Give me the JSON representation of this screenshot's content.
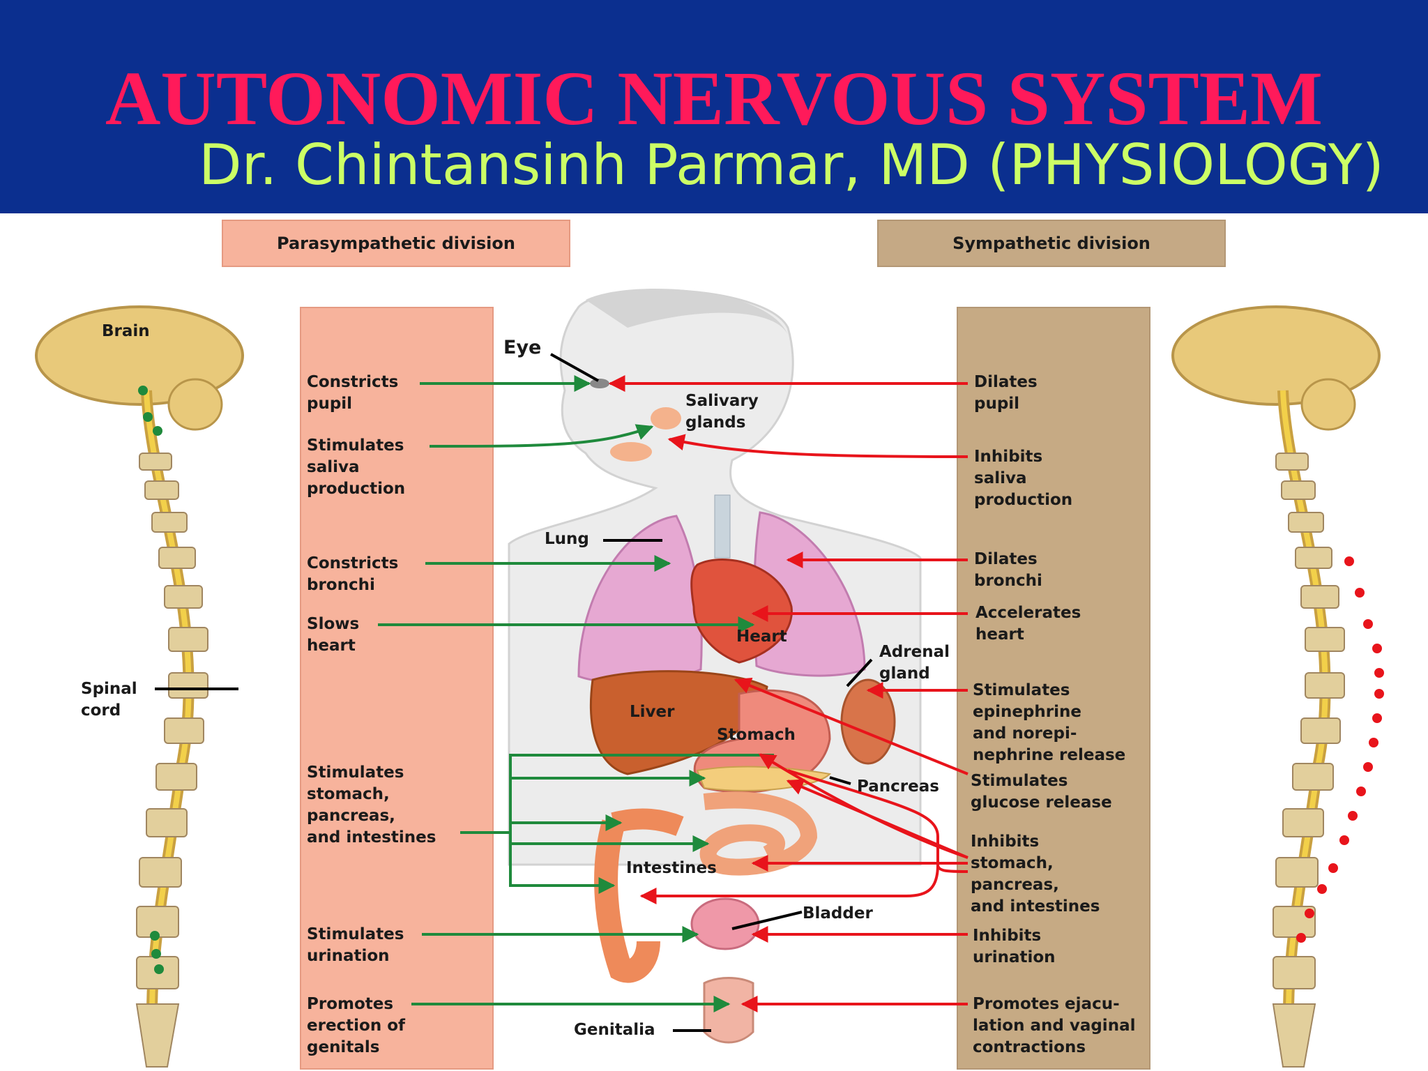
{
  "header": {
    "title": "AUTONOMIC NERVOUS SYSTEM",
    "subtitle": "Dr. Chintansinh Parmar, MD (PHYSIOLOGY)"
  },
  "divisions": {
    "parasympathetic": "Parasympathetic division",
    "sympathetic": "Sympathetic division"
  },
  "spine_labels": {
    "brain": "Brain",
    "spinal_cord": "Spinal\ncord"
  },
  "organs": {
    "eye": "Eye",
    "salivary": "Salivary\nglands",
    "lung": "Lung",
    "heart": "Heart",
    "adrenal": "Adrenal\ngland",
    "liver": "Liver",
    "stomach": "Stomach",
    "pancreas": "Pancreas",
    "intestines": "Intestines",
    "bladder": "Bladder",
    "genitalia": "Genitalia"
  },
  "parasympathetic_effects": [
    "Constricts\npupil",
    "Stimulates\nsaliva\nproduction",
    "Constricts\nbronchi",
    "Slows\nheart",
    "Stimulates\nstomach,\npancreas,\nand intestines",
    "Stimulates\nurination",
    "Promotes\nerection of\ngenitals"
  ],
  "sympathetic_effects": [
    "Dilates\npupil",
    "Inhibits\nsaliva\nproduction",
    "Dilates\nbronchi",
    "Accelerates\nheart",
    "Stimulates\nepinephrine\nand norepi-\nnephrine release",
    "Stimulates\nglucose release",
    "Inhibits\nstomach,\npancreas,\nand intestines",
    "Inhibits\nurination",
    "Promotes ejacu-\nlation and vaginal\ncontractions"
  ],
  "colors": {
    "header_bg": "#0b2f8f",
    "title": "#ff1a5a",
    "subtitle": "#ccff66",
    "parasympathetic": "#f7b39c",
    "sympathetic": "#c6aa84",
    "green_arrow": "#1f8a3c",
    "red_arrow": "#e8141b"
  }
}
